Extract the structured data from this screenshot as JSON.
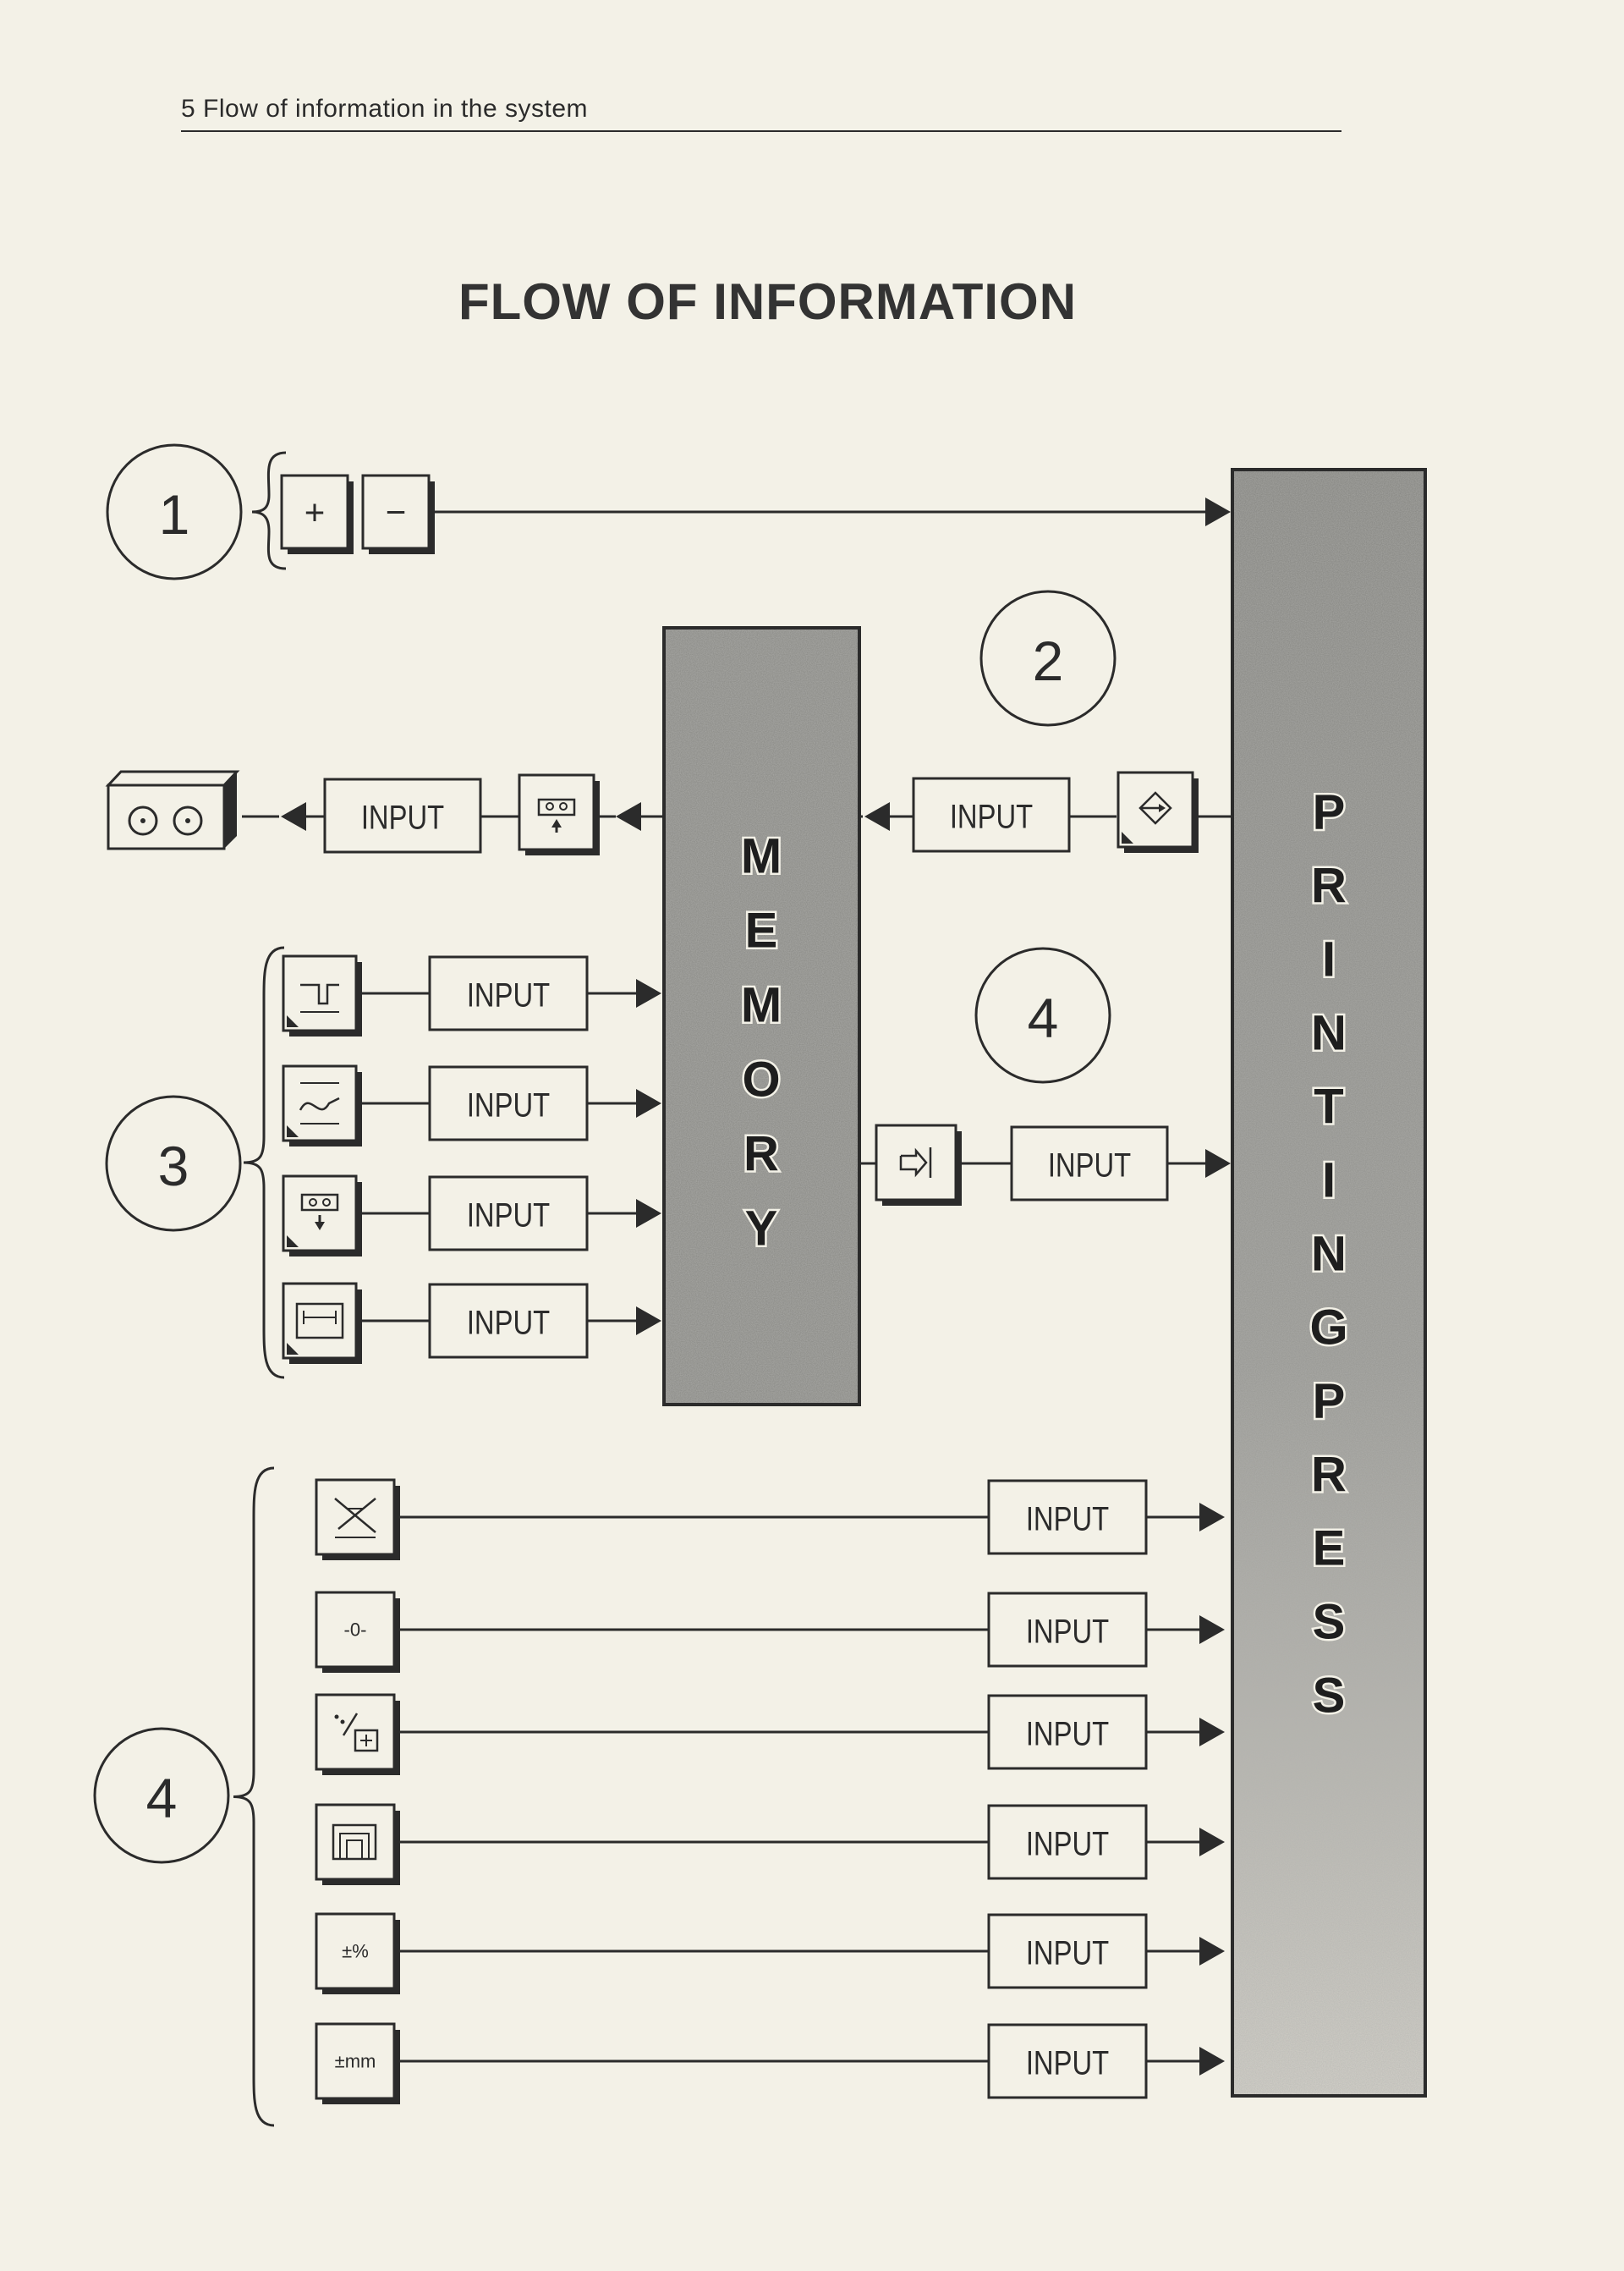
{
  "header": {
    "section_title": "5 Flow of information in the system"
  },
  "title": "FLOW OF INFORMATION",
  "blocks": {
    "memory_label": "MEMORY",
    "press_label": "PRINTING PRESS",
    "input_label": "INPUT"
  },
  "groups": [
    {
      "number": "1",
      "keys": [
        "+",
        "−"
      ]
    },
    {
      "number": "2"
    },
    {
      "number": "3"
    },
    {
      "number": "4",
      "note": "memory to press path"
    },
    {
      "number": "4"
    }
  ],
  "key_labels": {
    "zero": "-0-",
    "percent": "±%",
    "mm": "±mm"
  },
  "colors": {
    "ink": "#2b2b2b",
    "paper": "#f3f1e7",
    "grain": "#8a8a86"
  },
  "icons": [
    "cassette-drive-icon",
    "plus-key-icon",
    "minus-key-icon",
    "tape-up-icon",
    "press-read-icon",
    "profile-icon",
    "curve-icon",
    "tape-down-icon",
    "width-icon",
    "memory-out-icon",
    "no-ink-icon",
    "zero-icon",
    "fraction-icon",
    "format-icon",
    "percent-icon",
    "mm-icon"
  ]
}
